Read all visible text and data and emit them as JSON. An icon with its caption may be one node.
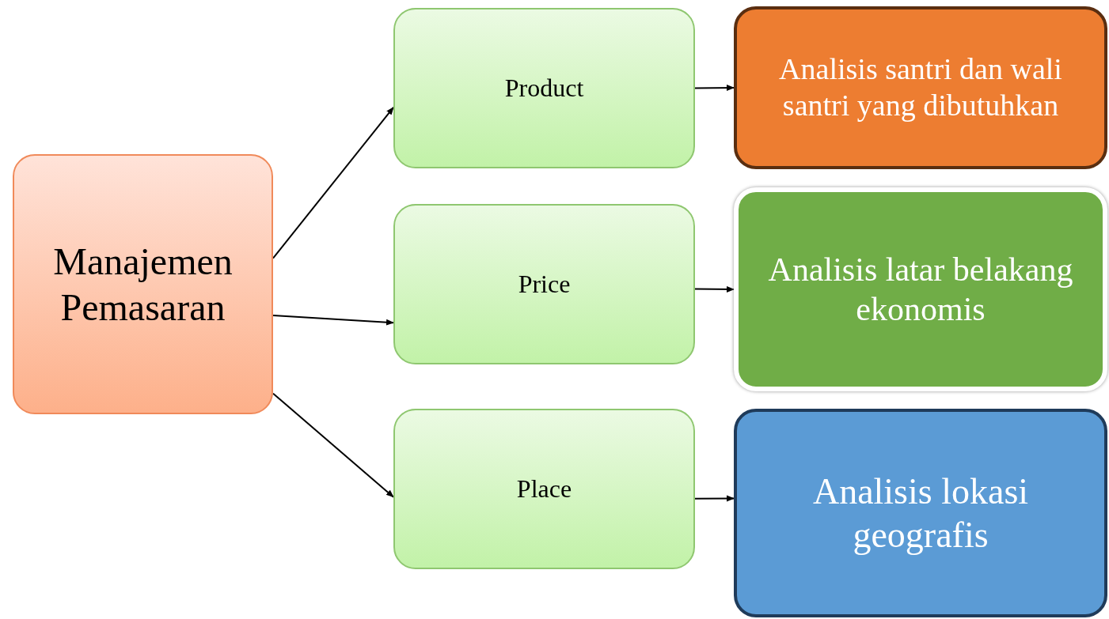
{
  "diagram": {
    "nodes": [
      {
        "text": [
          "Manajemen Pemasaran"
        ]
      },
      {
        "text": [
          "Product"
        ]
      },
      {
        "text": [
          "Price"
        ]
      },
      {
        "text": [
          "Place"
        ]
      },
      {
        "text": [
          "Analisis santri dan wali santri yang dibutuhkan"
        ]
      },
      {
        "text": [
          "Analisis latar belakang ekonomis"
        ]
      },
      {
        "text": [
          "Analisis lokasi geografis"
        ]
      }
    ],
    "edges": [
      {
        "from": 0,
        "to": 1,
        "arrow": "to"
      },
      {
        "from": 0,
        "to": 2,
        "arrow": "to"
      },
      {
        "from": 0,
        "to": 3,
        "arrow": "to"
      },
      {
        "from": 1,
        "to": 4,
        "arrow": "to"
      },
      {
        "from": 2,
        "to": 5,
        "arrow": "to"
      },
      {
        "from": 3,
        "to": 6,
        "arrow": "to"
      }
    ]
  }
}
